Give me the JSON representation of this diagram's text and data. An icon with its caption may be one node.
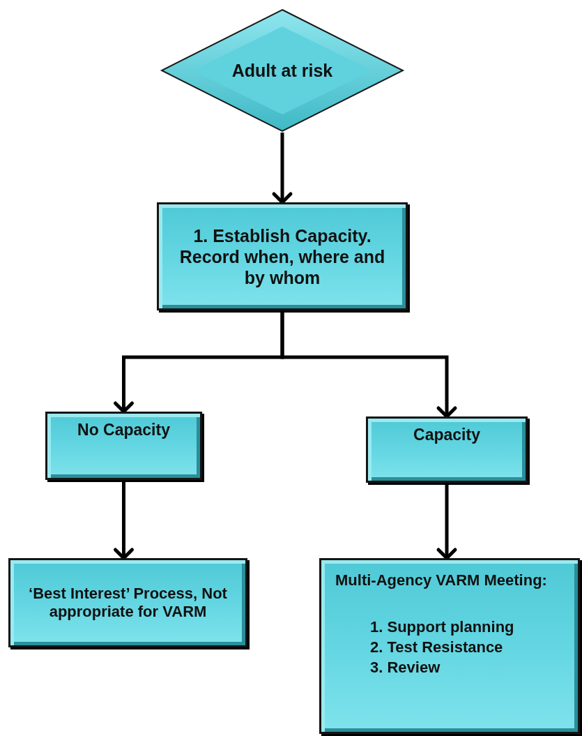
{
  "diagram": {
    "nodes": [
      {
        "text": [
          "Adult at risk"
        ]
      },
      {
        "text": [
          "1. Establish Capacity. Record when, where and by whom"
        ]
      },
      {
        "text": [
          "No Capacity"
        ]
      },
      {
        "text": [
          "Capacity"
        ]
      },
      {
        "text": [
          "‘Best Interest’ Process, Not appropriate for VARM"
        ]
      },
      {
        "text": [
          "Multi-Agency VARM Meeting:",
          "1. Support planning",
          "2. Test Resistance",
          "3. Review"
        ]
      }
    ],
    "edges": [
      {
        "from": 0,
        "to": 1,
        "arrow": "to"
      },
      {
        "from": 1,
        "to": 2,
        "arrow": "to"
      },
      {
        "from": 1,
        "to": 3,
        "arrow": "to"
      },
      {
        "from": 2,
        "to": 4,
        "arrow": "to"
      },
      {
        "from": 3,
        "to": 5,
        "arrow": "to"
      }
    ]
  }
}
